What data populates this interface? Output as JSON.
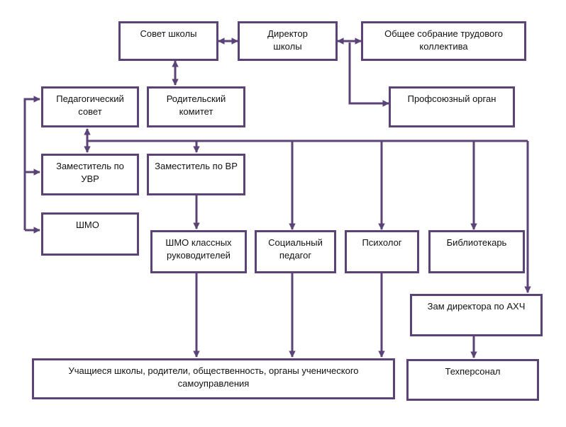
{
  "colors": {
    "stroke": "#5b4377",
    "text": "#111111",
    "background": "#ffffff"
  },
  "nodes": {
    "sovet_shkoly": "Совет школы",
    "direktor": "Директор школы",
    "obshchee_sobranie": "Общее собрание трудового коллектива",
    "pedsovet": "Педагогический совет",
    "roditelskiy_komitet": "Родительский комитет",
    "profsoyuz": "Профсоюзный орган",
    "zam_uvr": "Заместитель по УВР",
    "zam_vr": "Заместитель по ВР",
    "shmo": "ШМО",
    "shmo_klassnyh": "ШМО классных руководителей",
    "socpedagog": "Социальный педагог",
    "psiholog": "Психолог",
    "bibliotekar": "Библиотекарь",
    "zam_ahch": "Зам директора по АХЧ",
    "uchashchiesya": "Учащиеся школы, родители, общественность, органы ученического самоуправления",
    "tehpersonal": "Техперсонал"
  }
}
